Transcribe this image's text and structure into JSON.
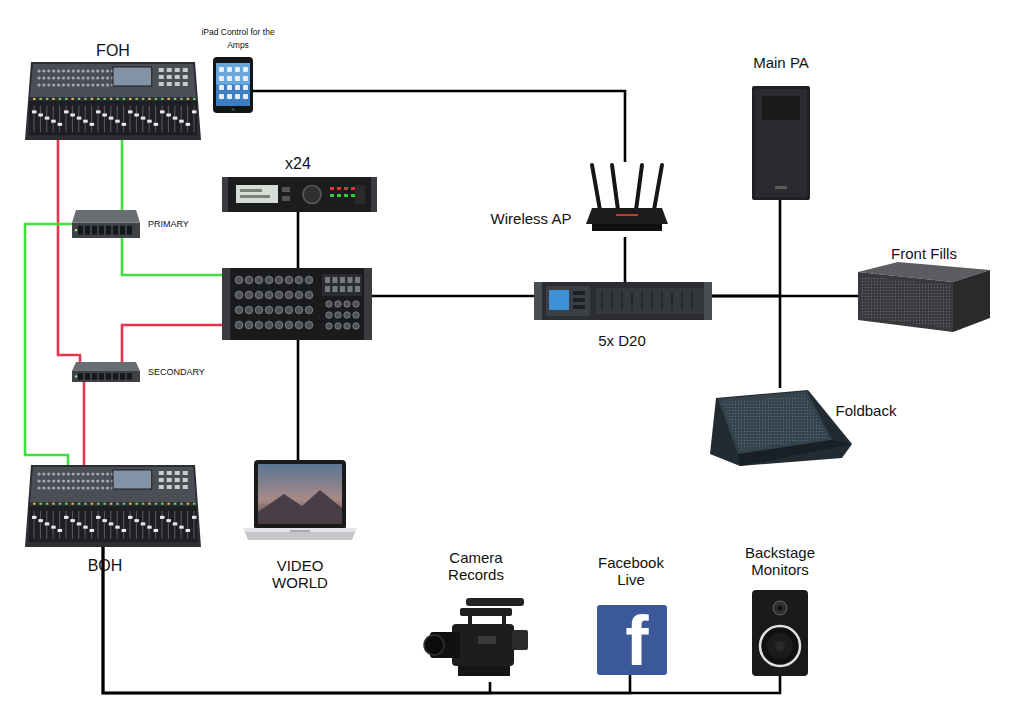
{
  "diagram": {
    "nodes": [
      {
        "text": [
          "FOH"
        ]
      },
      {
        "text": [
          "iPad Control for the Amps"
        ]
      },
      {
        "text": [
          "Main PA"
        ]
      },
      {
        "text": [
          "x24"
        ]
      },
      {
        "text": [
          "Wireless AP"
        ]
      },
      {
        "text": [
          "PRIMARY"
        ]
      },
      {
        "text": [
          "Front Fills"
        ]
      },
      {
        "text": []
      },
      {
        "text": [
          "5x D20"
        ]
      },
      {
        "text": [
          "SECONDARY"
        ]
      },
      {
        "text": [
          "Foldback"
        ]
      },
      {
        "text": [
          "BOH"
        ]
      },
      {
        "text": [
          "VIDEO WORLD"
        ]
      },
      {
        "text": [
          "Camera Records"
        ]
      },
      {
        "text": [
          "Facebook Live"
        ]
      },
      {
        "text": [
          "Backstage Monitors"
        ]
      }
    ],
    "edges": [
      {
        "from": 0,
        "to": 5,
        "arrow": "none"
      },
      {
        "from": 0,
        "to": 9,
        "arrow": "none"
      },
      {
        "from": 5,
        "to": 7,
        "arrow": "none"
      },
      {
        "from": 5,
        "to": 11,
        "arrow": "none"
      },
      {
        "from": 9,
        "to": 7,
        "arrow": "none"
      },
      {
        "from": 9,
        "to": 11,
        "arrow": "none"
      },
      {
        "from": 3,
        "to": 7,
        "arrow": "none"
      },
      {
        "from": 7,
        "to": 8,
        "arrow": "none"
      },
      {
        "from": 7,
        "to": 12,
        "arrow": "none"
      },
      {
        "from": 1,
        "to": 4,
        "arrow": "none"
      },
      {
        "from": 4,
        "to": 8,
        "arrow": "none"
      },
      {
        "from": 8,
        "to": 2,
        "arrow": "none"
      },
      {
        "from": 8,
        "to": 6,
        "arrow": "none"
      },
      {
        "from": 8,
        "to": 10,
        "arrow": "none"
      },
      {
        "from": 11,
        "to": 13,
        "arrow": "none"
      },
      {
        "from": 11,
        "to": 14,
        "arrow": "none"
      },
      {
        "from": 11,
        "to": 15,
        "arrow": "none"
      }
    ],
    "labels": [
      "f"
    ]
  }
}
